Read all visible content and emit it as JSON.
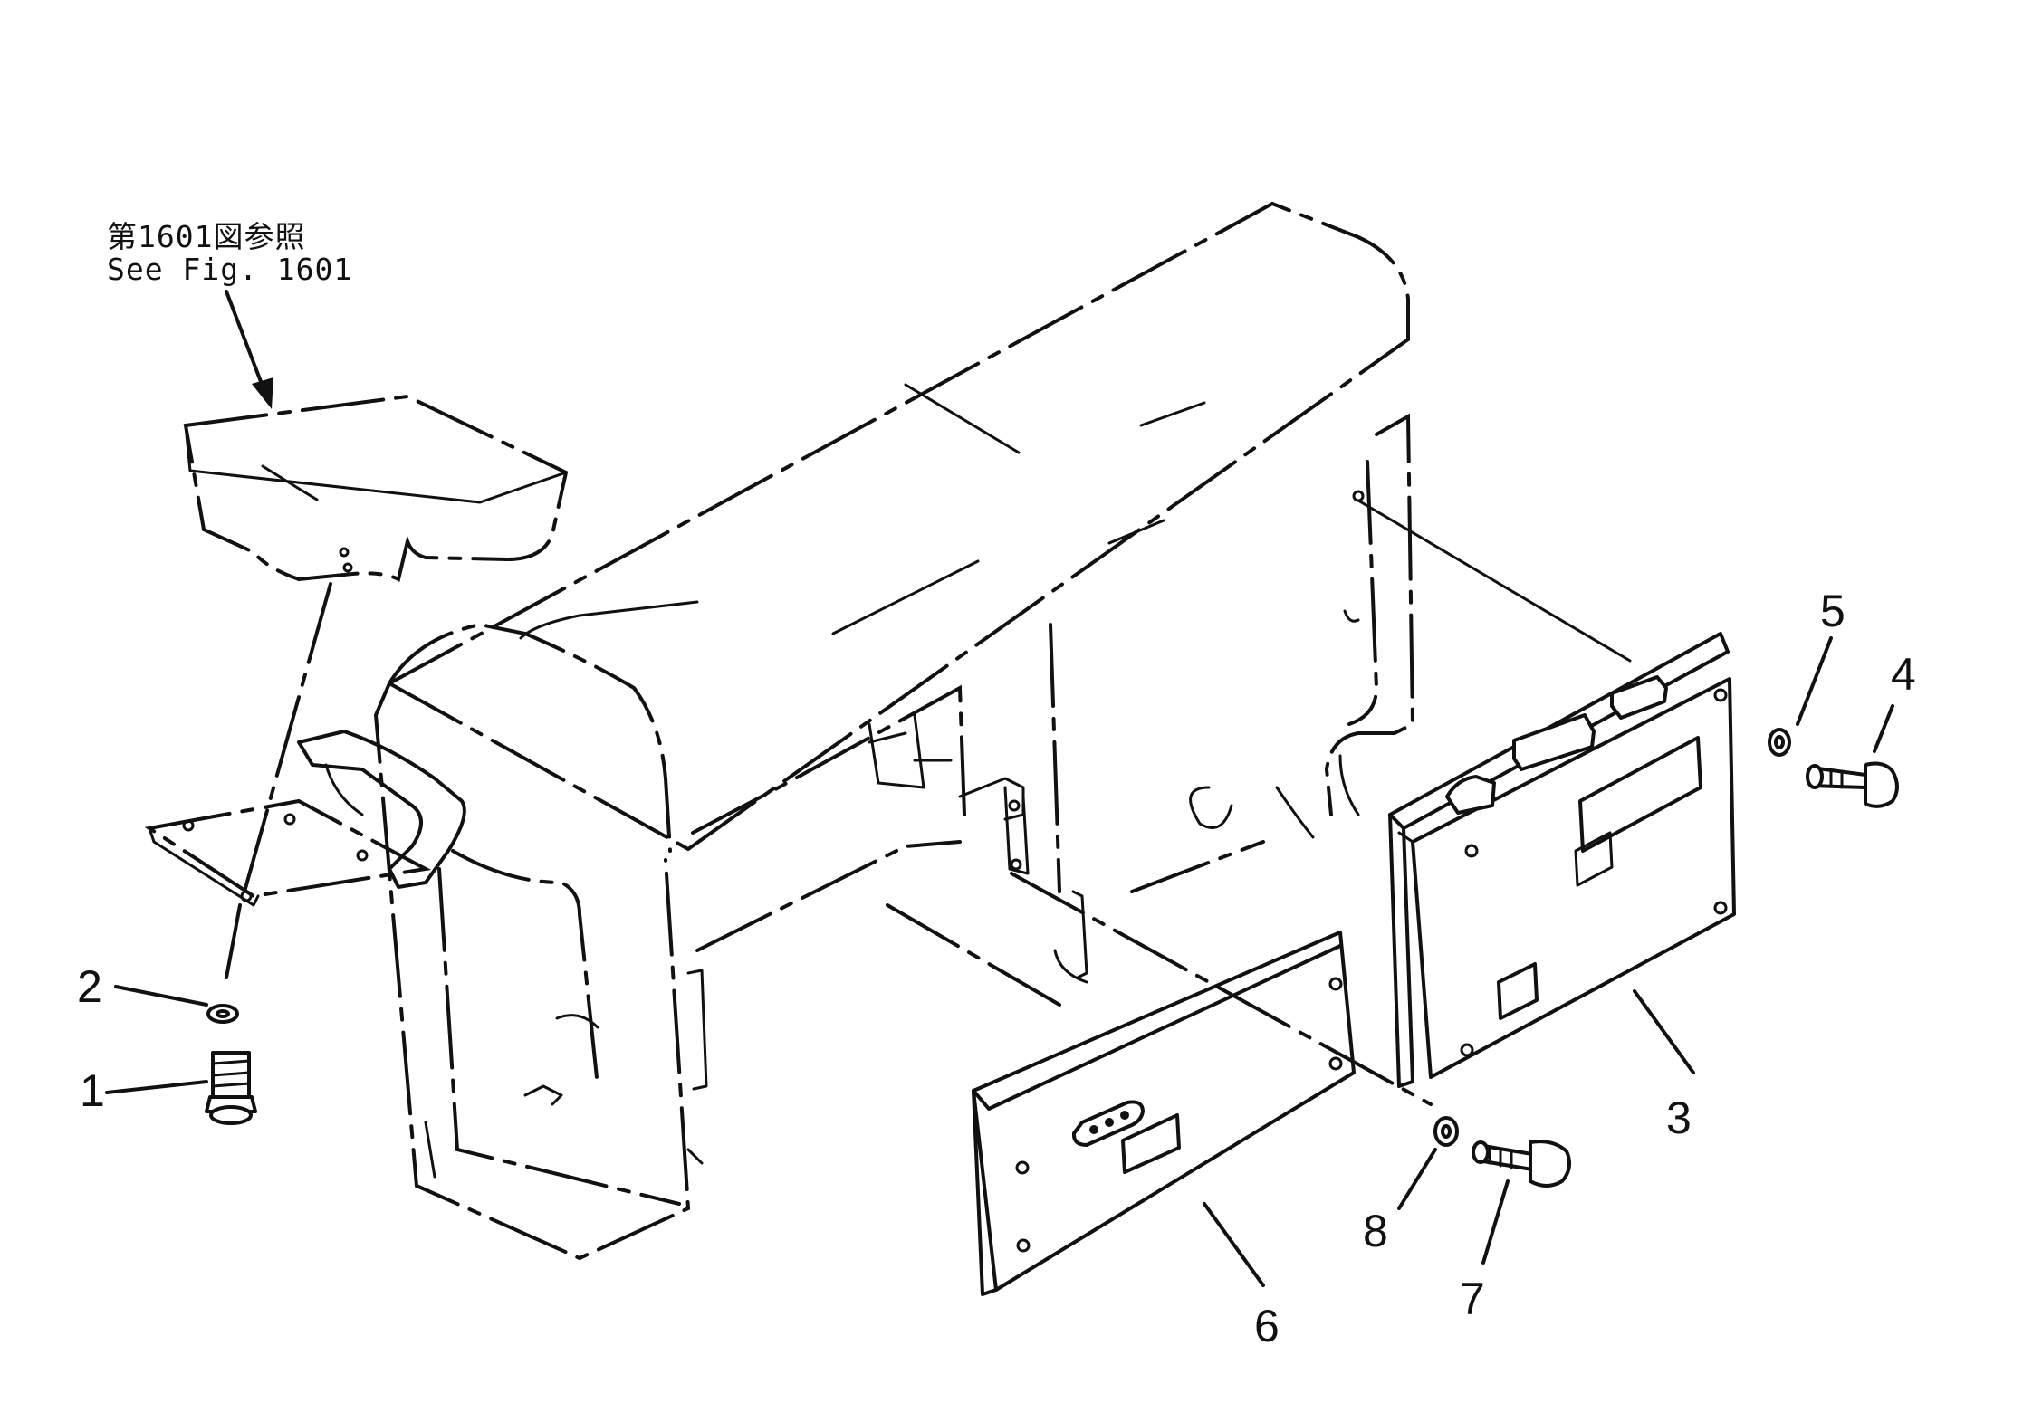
{
  "reference_note": {
    "line_jp": "第1601図参照",
    "line_en": "See Fig. 1601"
  },
  "callouts": [
    {
      "id": "1",
      "label": "1"
    },
    {
      "id": "2",
      "label": "2"
    },
    {
      "id": "3",
      "label": "3"
    },
    {
      "id": "4",
      "label": "4"
    },
    {
      "id": "5",
      "label": "5"
    },
    {
      "id": "6",
      "label": "6"
    },
    {
      "id": "7",
      "label": "7"
    },
    {
      "id": "8",
      "label": "8"
    }
  ]
}
